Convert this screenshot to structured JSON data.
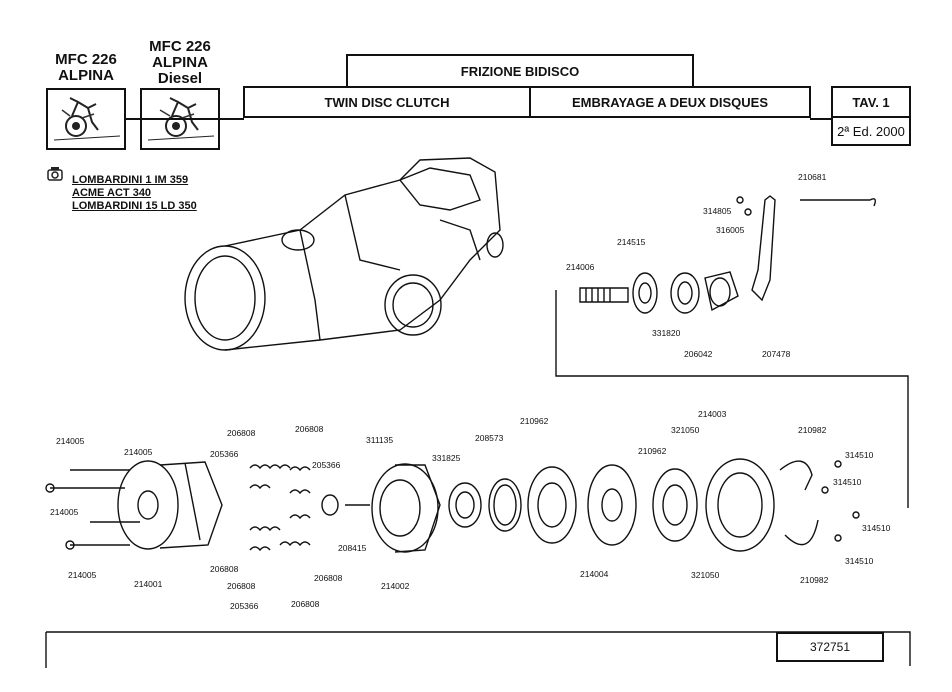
{
  "header": {
    "model_1": [
      "MFC 226",
      "ALPINA"
    ],
    "model_2": [
      "MFC 226",
      "ALPINA",
      "Diesel"
    ],
    "title_it": "FRIZIONE BIDISCO",
    "title_en": "TWIN DISC CLUTCH",
    "title_fr": "EMBRAYAGE A DEUX DISQUES",
    "table": "TAV. 1",
    "edition": "2ª Ed. 2000"
  },
  "engines": [
    "LOMBARDINI 1 IM 359",
    "ACME ACT 340",
    "LOMBARDINI 15 LD 350"
  ],
  "parts_upper": [
    "210681",
    "314805",
    "316005",
    "214515",
    "214006",
    "331820",
    "206042",
    "207478"
  ],
  "parts_lower": [
    "214005",
    "214005",
    "214005",
    "214005",
    "214001",
    "206808",
    "206808",
    "205366",
    "205366",
    "206808",
    "206808",
    "205366",
    "206808",
    "206808",
    "311135",
    "208415",
    "214002",
    "331825",
    "208573",
    "210962",
    "214004",
    "210962",
    "321050",
    "214003",
    "321050",
    "210982",
    "314510",
    "314510",
    "314510",
    "314510",
    "210982"
  ],
  "footer": {
    "code": "372751"
  }
}
